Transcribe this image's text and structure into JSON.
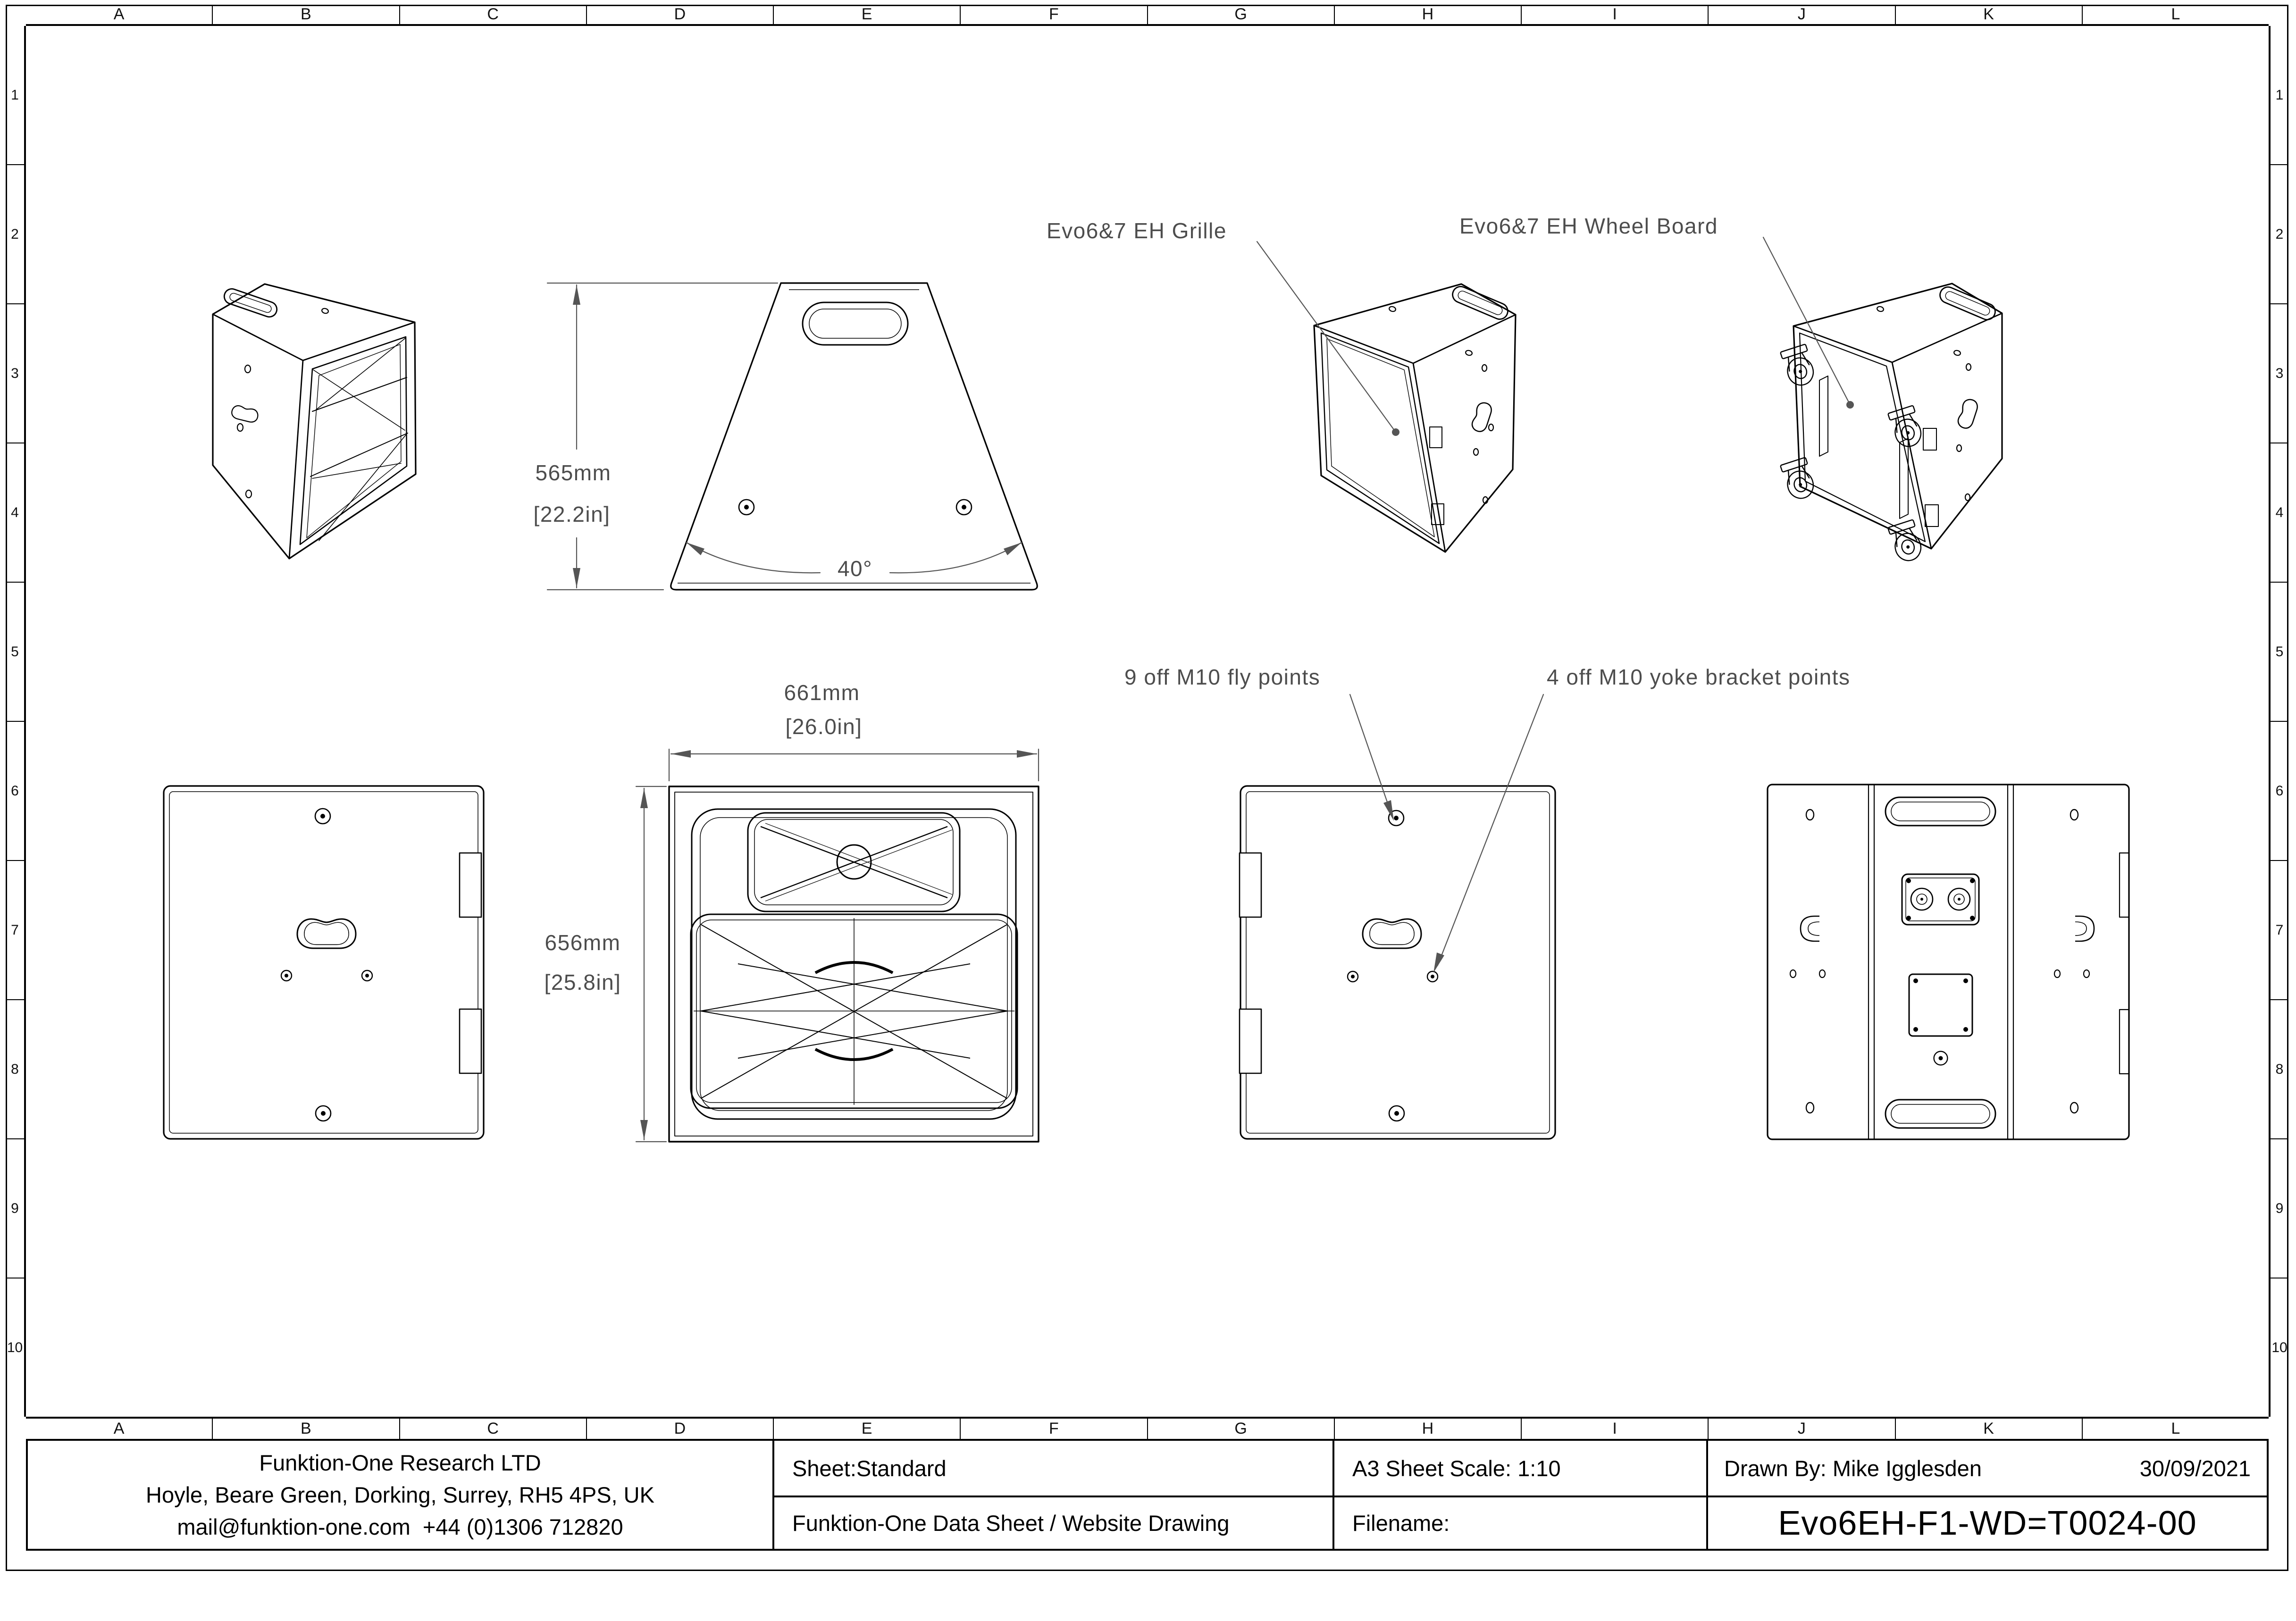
{
  "grid": {
    "columns": [
      "A",
      "B",
      "C",
      "D",
      "E",
      "F",
      "G",
      "H",
      "I",
      "J",
      "K",
      "L"
    ],
    "rows": [
      "1",
      "2",
      "3",
      "4",
      "5",
      "6",
      "7",
      "8",
      "9",
      "10"
    ]
  },
  "annotations": {
    "grille_label": "Evo6&7 EH Grille",
    "wheel_board_label": "Evo6&7 EH Wheel Board",
    "fly_points_label": "9 off M10 fly points",
    "yoke_bracket_label": "4 off M10 yoke bracket points"
  },
  "dimensions": {
    "height_mm": "565mm",
    "height_in": "[22.2in]",
    "angle": "40°",
    "width_mm": "661mm",
    "width_in": "[26.0in]",
    "depth_mm": "656mm",
    "depth_in": "[25.8in]"
  },
  "title_block": {
    "company": "Funktion-One Research LTD",
    "address": "Hoyle, Beare Green, Dorking, Surrey, RH5 4PS, UK",
    "contact": "mail@funktion-one.com  +44 (0)1306 712820",
    "sheet_label": "Sheet:Standard",
    "description": "Funktion-One Data Sheet / Website Drawing",
    "scale_label": "A3 Sheet Scale: 1:10",
    "filename_label": "Filename:",
    "drawn_by": "Drawn By: Mike Igglesden",
    "date": "30/09/2021",
    "drawing_number": "Evo6EH-F1-WD=T0024-00"
  },
  "colors": {
    "line": "#000000",
    "annotation": "#4d4d4d",
    "background": "#ffffff"
  }
}
